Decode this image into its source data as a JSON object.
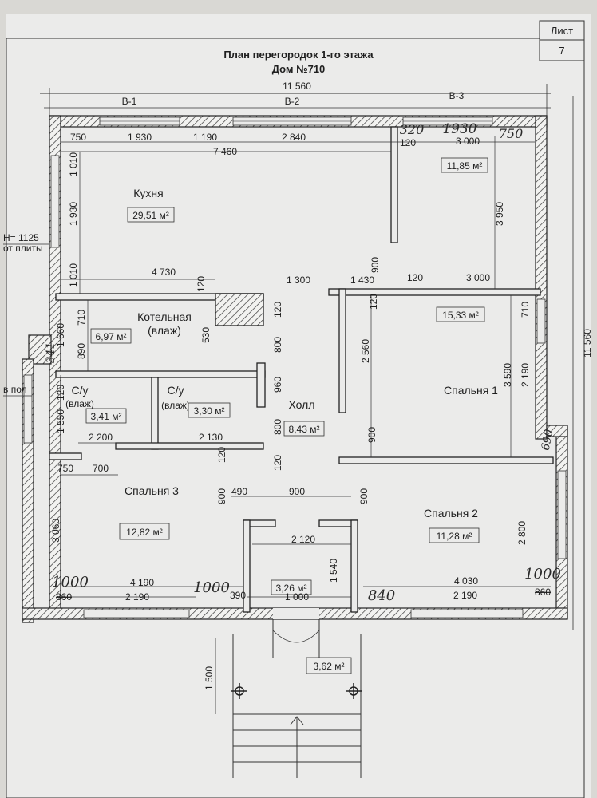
{
  "title": {
    "line1": "План перегородок 1-го этажа",
    "line2": "Дом №710"
  },
  "sheet": {
    "label": "Лист",
    "number": "7"
  },
  "rooms": {
    "kitchen": {
      "name": "Кухня",
      "area": "29,51 м²"
    },
    "room_ne": {
      "area": "11,85 м²"
    },
    "boiler": {
      "name": "Котельная",
      "note": "(влаж)",
      "area": "6,97 м²"
    },
    "bath1": {
      "name": "С/у",
      "note": "(влаж)",
      "area": "3,41 м²"
    },
    "bath2": {
      "name": "С/у",
      "note": "(влаж)",
      "area": "3,30 м²"
    },
    "hall": {
      "name": "Холл",
      "area": "8,43 м²"
    },
    "bedroom1": {
      "name": "Спальня 1",
      "area": "15,33 м²"
    },
    "bedroom2": {
      "name": "Спальня 2",
      "area": "11,28 м²"
    },
    "bedroom3": {
      "name": "Спальня 3",
      "area": "12,82 м²"
    },
    "vestibule": {
      "area": "3,26 м²"
    },
    "porch": {
      "area": "3,62 м²"
    }
  },
  "windows": {
    "w1": "В-1",
    "w2": "В-2",
    "w3": "В-3"
  },
  "notes": {
    "h_note": "Н= 1125",
    "h_note2": "от плиты",
    "floor": "в пол"
  },
  "dims": {
    "total_w": "11 560",
    "total_h": "11 560",
    "d750a": "750",
    "d1930a": "1 930",
    "d1190": "1 190",
    "d2840": "2 840",
    "d120a": "120",
    "d3000a": "3 000",
    "d7460": "7 460",
    "d1010a": "1 010",
    "d1930v": "1 930",
    "d1010b": "1 010",
    "d3950": "3 950",
    "d900a": "900",
    "d4730": "4 730",
    "d120b": "120",
    "d1300": "1 300",
    "d1430": "1 430",
    "d120c": "120",
    "d3000b": "3 000",
    "d710a": "710",
    "d1660": "1 660",
    "d710b": "710",
    "d890": "890",
    "d530": "530",
    "d120d": "120",
    "d800a": "800",
    "d120e": "120",
    "d2560": "2 560",
    "d3590": "3 590",
    "d2190a": "2 190",
    "d960": "960",
    "d120f": "120",
    "d1550": "1 550",
    "d800b": "800",
    "d900b": "900",
    "d2200": "2 200",
    "d2130": "2 130",
    "d120g": "120",
    "d120h": "120",
    "d750b": "750",
    "d700": "700",
    "d900c": "900",
    "d490": "490",
    "d900d": "900",
    "d900e": "900",
    "d3060": "3 060",
    "d2120": "2 120",
    "d2800": "2 800",
    "d1540": "1 540",
    "d4190": "4 190",
    "d4030": "4 030",
    "d2190b": "2 190",
    "d390": "390",
    "d1000": "1 000",
    "d2190c": "2 190",
    "d1500": "1 500"
  },
  "handwritten": {
    "h320": "320",
    "h1930": "1930",
    "h750": "750",
    "h341": "341",
    "h690": "690",
    "h1000a": "1000",
    "h1000b": "1000",
    "h1000c": "1000",
    "h840": "840",
    "h860a": "860",
    "h860b": "860"
  }
}
